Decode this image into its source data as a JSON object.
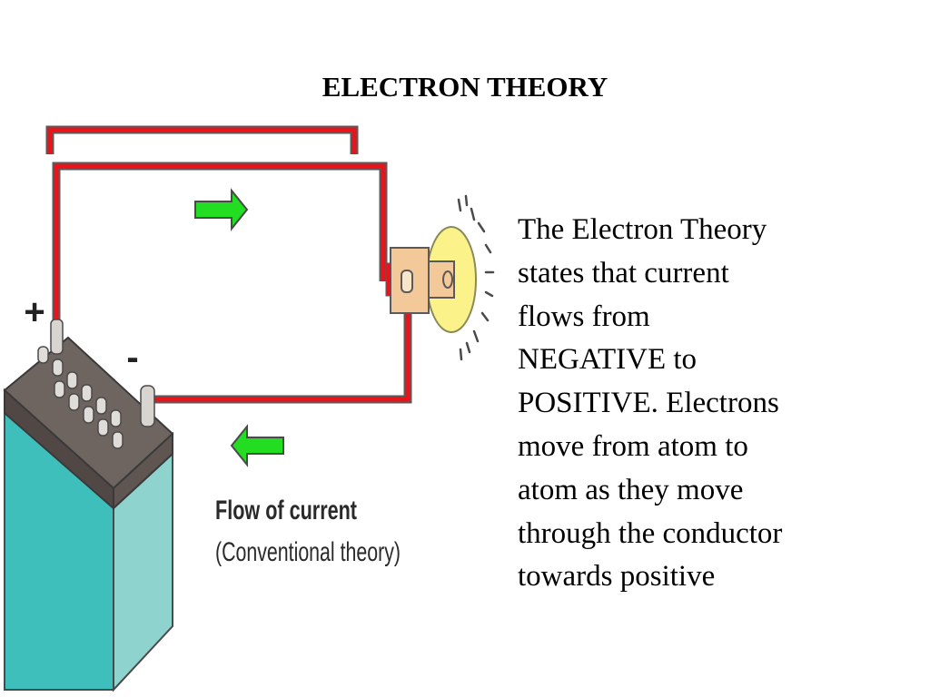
{
  "slide": {
    "title": "ELECTRON THEORY",
    "body_lines": [
      "The Electron Theory",
      "states that current",
      "flows from",
      "NEGATIVE to",
      "POSITIVE. Electrons",
      "move from atom to",
      "atom as they move",
      "through the conductor",
      "towards positive"
    ]
  },
  "diagram": {
    "positive_terminal_label": "+",
    "negative_terminal_label": "-",
    "caption_line_1": "Flow of current",
    "caption_line_2": "(Conventional theory)",
    "colors": {
      "wire": "#e8141c",
      "wire_outline": "#5a5a5a",
      "arrow": "#22dd22",
      "battery_body": "#3fbfbc",
      "battery_side": "#8fd3cf",
      "battery_top": "#6e6460",
      "bulb_glass": "#fbf28a",
      "bulb_base": "#f4c99a"
    },
    "icons": [
      "battery-icon",
      "light-bulb-icon",
      "arrow-right-icon",
      "arrow-left-icon"
    ]
  }
}
